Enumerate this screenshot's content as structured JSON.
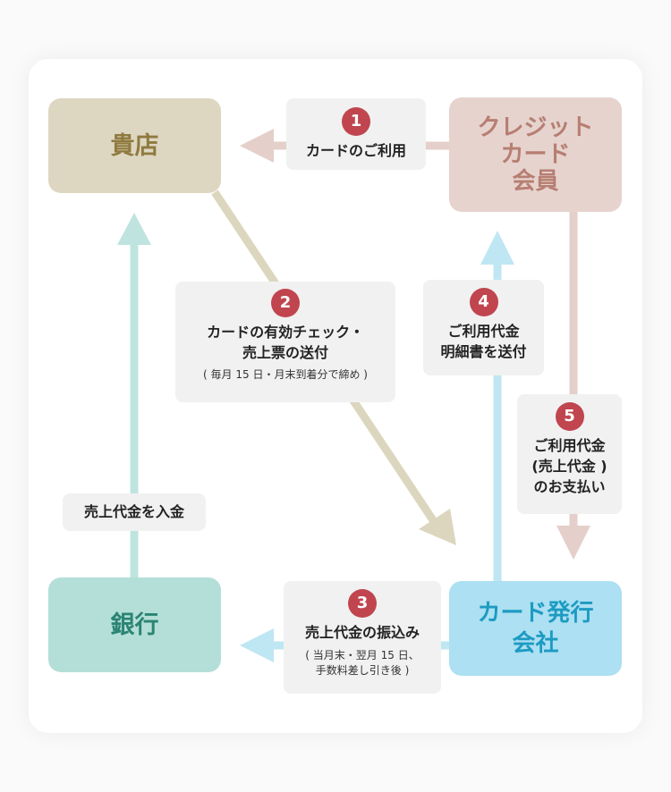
{
  "nodes": {
    "store": "貴店",
    "member": "クレジット\nカード\n会員",
    "bank": "銀行",
    "issuer": "カード発行\n会社"
  },
  "steps": {
    "s1": {
      "num": "1",
      "text": "カードのご利用"
    },
    "s2": {
      "num": "2",
      "text": "カードの有効チェック・\n売上票の送付",
      "note": "( 毎月 15 日・月末到着分で締め )"
    },
    "s3": {
      "num": "3",
      "text": "売上代金の振込み",
      "note": "( 当月末・翌月 15 日、\n手数料差し引き後 )"
    },
    "s4": {
      "num": "4",
      "text": "ご利用代金\n明細書を送付"
    },
    "s5": {
      "num": "5",
      "text": "ご利用代金\n(売上代金 )\nのお支払い"
    },
    "deposit": {
      "text": "売上代金を入金"
    }
  },
  "colors": {
    "store_fill": "#ddd6c1",
    "store_text": "#8f7a3e",
    "member_fill": "#e6d3ce",
    "member_text": "#b77e72",
    "bank_fill": "#b4dfd8",
    "bank_text": "#2b8473",
    "issuer_fill": "#ace0f2",
    "issuer_text": "#1d9bc2",
    "badge": "#c0454f"
  }
}
